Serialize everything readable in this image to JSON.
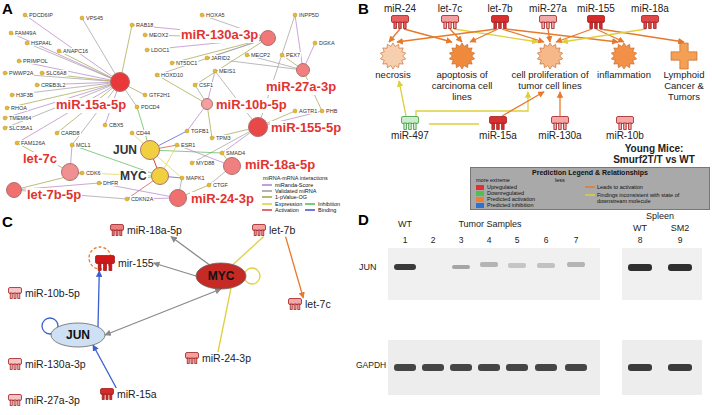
{
  "diagram": {
    "nodes": [
      {
        "text": [
          "miR-15a-5p"
        ]
      },
      {
        "text": [
          "miR-130a-3p"
        ]
      },
      {
        "text": [
          "miR-10b-5p"
        ]
      },
      {
        "text": [
          "miR-27a-3p"
        ]
      },
      {
        "text": [
          "miR-155-5p"
        ]
      },
      {
        "text": [
          "JUN"
        ]
      },
      {
        "text": [
          "MYC"
        ]
      },
      {
        "text": [
          "let-7c"
        ]
      },
      {
        "text": [
          "let-7b-5p"
        ]
      },
      {
        "text": [
          "miR-24-3p"
        ]
      },
      {
        "text": [
          "miR-18a-5p"
        ]
      },
      {
        "text": [
          "miR-24"
        ]
      },
      {
        "text": [
          "let-7c"
        ]
      },
      {
        "text": [
          "let-7b"
        ]
      },
      {
        "text": [
          "miR-27a"
        ]
      },
      {
        "text": [
          "miR-155"
        ]
      },
      {
        "text": [
          "miR-18a"
        ]
      },
      {
        "text": [
          "necrosis"
        ]
      },
      {
        "text": [
          "apoptosis of carcinoma cell lines"
        ]
      },
      {
        "text": [
          "cell proliferation of tumor cell lines"
        ]
      },
      {
        "text": [
          "inflammation"
        ]
      },
      {
        "text": [
          "Lymphoid Cancer & Tumors"
        ]
      },
      {
        "text": [
          "miR-497"
        ]
      },
      {
        "text": [
          "miR-15a"
        ]
      },
      {
        "text": [
          "miR-130a"
        ]
      },
      {
        "text": [
          "miR-10b"
        ]
      },
      {
        "text": [
          "miR-18a-5p"
        ]
      },
      {
        "text": [
          "let-7b"
        ]
      },
      {
        "text": [
          "mir-155"
        ]
      },
      {
        "text": [
          "MYC"
        ]
      },
      {
        "text": [
          "let-7c"
        ]
      },
      {
        "text": [
          "miR-10b-5p"
        ]
      },
      {
        "text": [
          "JUN"
        ]
      },
      {
        "text": [
          "miR-130a-3p"
        ]
      },
      {
        "text": [
          "miR-24-3p"
        ]
      },
      {
        "text": [
          "miR-27a-3p"
        ]
      },
      {
        "text": [
          "miR-15a"
        ]
      },
      {
        "text": [
          "Prediction Legend & Relationships"
        ]
      }
    ],
    "edges": [
      {
        "from": 11,
        "to": 17,
        "arrow": "to"
      },
      {
        "from": 11,
        "to": 18,
        "arrow": "to"
      },
      {
        "from": 12,
        "to": 18,
        "arrow": "to"
      },
      {
        "from": 12,
        "to": 19,
        "arrow": "to"
      },
      {
        "from": 13,
        "to": 17,
        "arrow": "to"
      },
      {
        "from": 13,
        "to": 18,
        "arrow": "to"
      },
      {
        "from": 13,
        "to": 19,
        "arrow": "to"
      },
      {
        "from": 13,
        "to": 20,
        "arrow": "to"
      },
      {
        "from": 14,
        "to": 19,
        "arrow": "to"
      },
      {
        "from": 15,
        "to": 19,
        "arrow": "to"
      },
      {
        "from": 15,
        "to": 20,
        "arrow": "to"
      },
      {
        "from": 15,
        "to": 21,
        "arrow": "to"
      },
      {
        "from": 16,
        "to": 19,
        "arrow": "to"
      },
      {
        "from": 22,
        "to": 17,
        "arrow": "to"
      },
      {
        "from": 22,
        "to": 19,
        "arrow": "to"
      },
      {
        "from": 22,
        "to": 23,
        "arrow": "none"
      },
      {
        "from": 23,
        "to": 19,
        "arrow": "to"
      },
      {
        "from": 24,
        "to": 19,
        "arrow": "to"
      },
      {
        "from": 29,
        "to": 26,
        "arrow": "to"
      },
      {
        "from": 29,
        "to": 28,
        "arrow": "to"
      },
      {
        "from": 29,
        "to": 27,
        "arrow": "none"
      },
      {
        "from": 27,
        "to": 30,
        "arrow": "to"
      },
      {
        "from": 32,
        "to": 28,
        "arrow": "to"
      },
      {
        "from": 32,
        "to": 29,
        "arrow": "both"
      },
      {
        "from": 36,
        "to": 32,
        "arrow": "to"
      },
      {
        "from": 34,
        "to": 29,
        "arrow": "none"
      }
    ],
    "labels": [
      "A",
      "PDCD6IP",
      "VPS45",
      "RAB18",
      "HOXA5",
      "INPP5D",
      "FAM49A",
      "HSPA4L",
      "ANAPC16",
      "MEOX2",
      "LDOC1",
      "JARID2",
      "MECP2",
      "PEX7",
      "DGKA",
      "PRIMPOL",
      "NT5DC1",
      "PWWP2A",
      "SLC6A8",
      "MEIS1",
      "HOXD10",
      "CREB3L2",
      "CSF1",
      "H3F3B",
      "GTF2H1",
      "PDCD4",
      "RHOA",
      "AGTR1",
      "PHB",
      "TMEM64",
      "CBX5",
      "SLC35A1",
      "CD44",
      "TGFB1",
      "CARD8",
      "TPM3",
      "ESR1",
      "FAM126A",
      "MCL1",
      "SMAD4",
      "MYD88",
      "CDK6",
      "MAPK1",
      "CTGF",
      "DHFR",
      "CDKN2A",
      "miRNA-mRNA interactions",
      "B",
      "Young Mice: Smurf2T/T vs WT",
      "more extreme",
      "less",
      "C",
      "D",
      "WT",
      "Tumor Samples",
      "Spleen",
      "WT",
      "SM2",
      "1",
      "2",
      "3",
      "4",
      "5",
      "6",
      "7",
      "8",
      "9",
      "JUN",
      "GAPDH"
    ],
    "legend": [
      {
        "text": "miRanda-Score"
      },
      {
        "text": "Validated miRNA"
      },
      {
        "text": "1-pValue-OG"
      },
      {
        "text": "Expression"
      },
      {
        "text": "Inhibition"
      },
      {
        "text": "Activation"
      },
      {
        "text": "Binding"
      },
      {
        "text": "Upregulated",
        "color": "#e03030"
      },
      {
        "text": "Downregulated",
        "color": "#50c050"
      },
      {
        "text": "Predicted activation",
        "color": "#f08030"
      },
      {
        "text": "Predicted inhibition",
        "color": "#3070d0"
      },
      {
        "text": "Leads to activation"
      },
      {
        "text": "Findings inconsistent with state of downstream molecule"
      }
    ]
  }
}
